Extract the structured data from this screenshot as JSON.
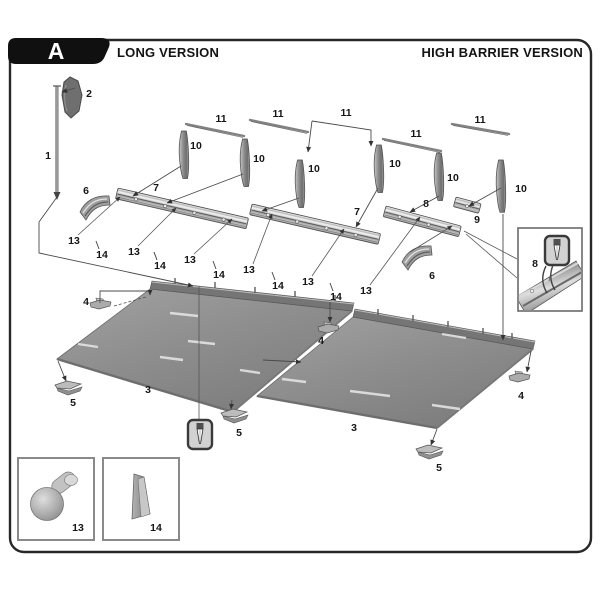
{
  "header": {
    "badge": "A",
    "left_title": "LONG VERSION",
    "right_title": "HIGH BARRIER VERSION"
  },
  "diagram": {
    "callouts": {
      "mast": "1",
      "sign": "2",
      "road_plates": [
        "3",
        "3"
      ],
      "edge_clips": [
        "4",
        "4",
        "4"
      ],
      "feet": [
        "5",
        "5",
        "5"
      ],
      "rail_end_caps": [
        "6",
        "6"
      ],
      "guardrails": [
        "7",
        "7"
      ],
      "short_rail": "8",
      "rail_joiner": "9",
      "posts": [
        "10",
        "10",
        "10",
        "10",
        "10",
        "10"
      ],
      "wires": [
        "11",
        "11",
        "11",
        "11",
        "11"
      ],
      "rivets": [
        "13",
        "13",
        "13",
        "13",
        "13",
        "13"
      ],
      "wedges": [
        "14",
        "14",
        "14",
        "14",
        "14"
      ]
    },
    "insets": {
      "rivet_part": "13",
      "wedge_part": "14",
      "rail_cut_part": "8"
    }
  }
}
